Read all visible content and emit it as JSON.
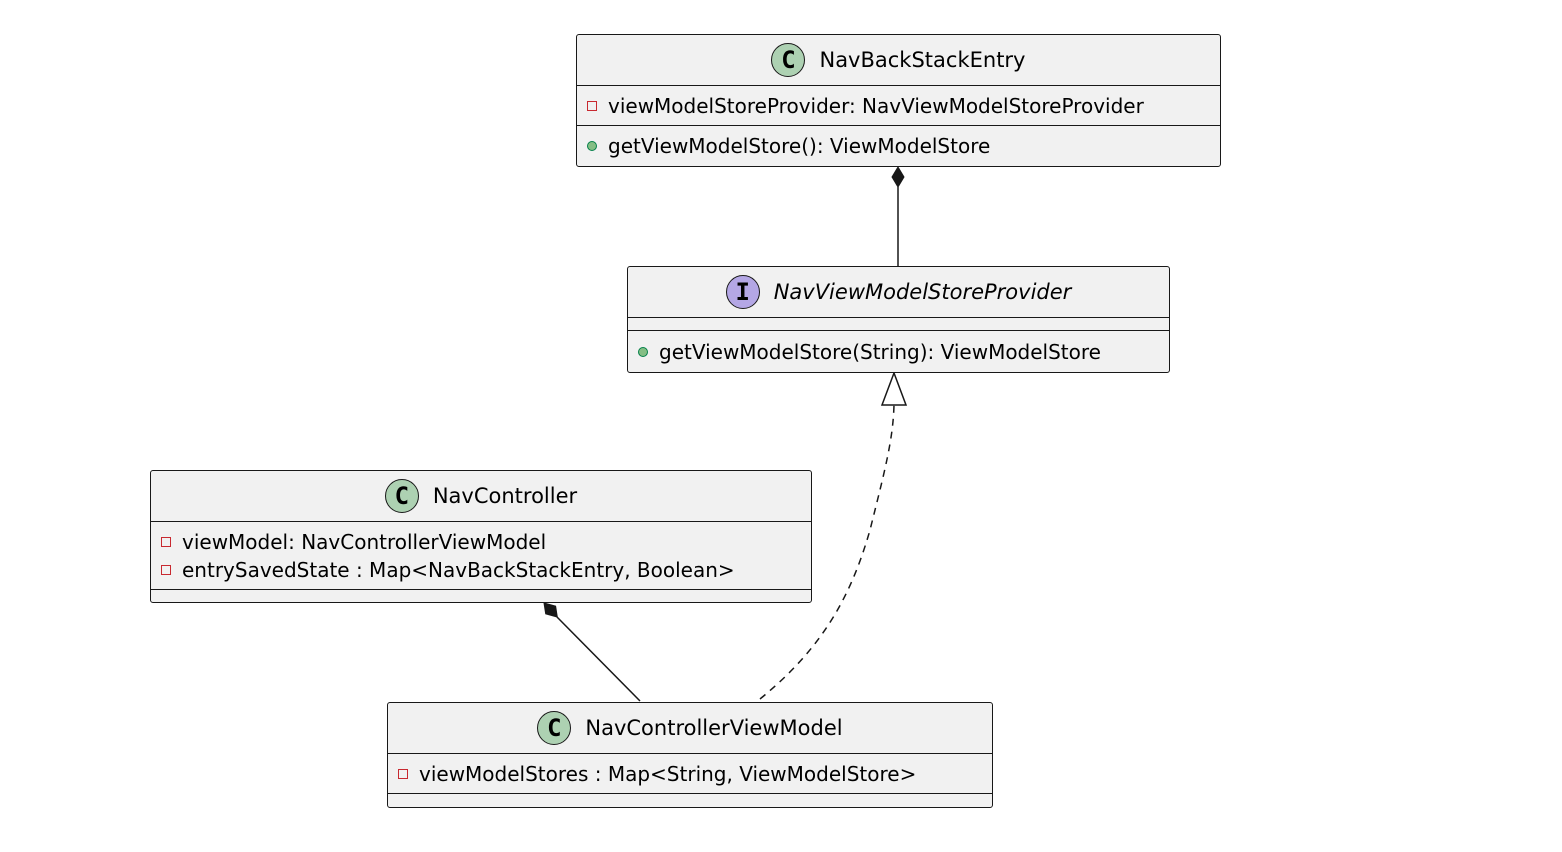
{
  "diagram": {
    "classes": [
      {
        "name": "NavBackStackEntry",
        "stereotype": "C",
        "kind": "class",
        "fields": [
          {
            "visibility": "private",
            "text": "viewModelStoreProvider: NavViewModelStoreProvider"
          }
        ],
        "methods": [
          {
            "visibility": "public",
            "text": "getViewModelStore(): ViewModelStore"
          }
        ]
      },
      {
        "name": "NavViewModelStoreProvider",
        "stereotype": "I",
        "kind": "interface",
        "fields": [],
        "methods": [
          {
            "visibility": "public",
            "text": "getViewModelStore(String): ViewModelStore"
          }
        ]
      },
      {
        "name": "NavController",
        "stereotype": "C",
        "kind": "class",
        "fields": [
          {
            "visibility": "private",
            "text": "viewModel: NavControllerViewModel"
          },
          {
            "visibility": "private",
            "text": "entrySavedState : Map<NavBackStackEntry, Boolean>"
          }
        ],
        "methods": []
      },
      {
        "name": "NavControllerViewModel",
        "stereotype": "C",
        "kind": "class",
        "fields": [
          {
            "visibility": "private",
            "text": "viewModelStores : Map<String, ViewModelStore>"
          }
        ],
        "methods": []
      }
    ],
    "relations": [
      {
        "from": "NavBackStackEntry",
        "to": "NavViewModelStoreProvider",
        "type": "composition"
      },
      {
        "from": "NavController",
        "to": "NavControllerViewModel",
        "type": "composition"
      },
      {
        "from": "NavControllerViewModel",
        "to": "NavViewModelStoreProvider",
        "type": "realization"
      }
    ],
    "colors": {
      "box_fill": "#f1f1f1",
      "box_border": "#181818",
      "class_badge": "#add1b2",
      "interface_badge": "#b4a7e5",
      "private_marker": "#c82930",
      "public_marker_fill": "#84be84",
      "public_marker_border": "#038048"
    }
  }
}
